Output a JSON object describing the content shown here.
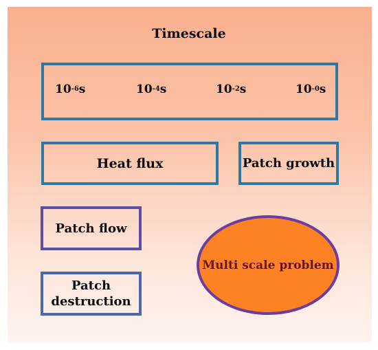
{
  "title": "Timescale",
  "timescale": {
    "ticks": [
      {
        "base": "10",
        "exp": "-6",
        "unit": "s"
      },
      {
        "base": "10",
        "exp": "-4",
        "unit": "s"
      },
      {
        "base": "10",
        "exp": "-2",
        "unit": "s"
      },
      {
        "base": "10",
        "exp": "-0",
        "unit": "s"
      }
    ]
  },
  "boxes": {
    "heat_flux": "Heat flux",
    "patch_growth": "Patch growth",
    "patch_flow": "Patch flow",
    "patch_destruction_line1": "Patch",
    "patch_destruction_line2": "destruction"
  },
  "ellipse_label": "Multi scale problem",
  "colors": {
    "background_top": "#fab08e",
    "background_bottom": "#fef3ee",
    "blue_border": "#2e78a2",
    "purple_border": "#6b3e9e",
    "ellipse_fill": "#fd8224",
    "ellipse_text": "#6b1414"
  }
}
